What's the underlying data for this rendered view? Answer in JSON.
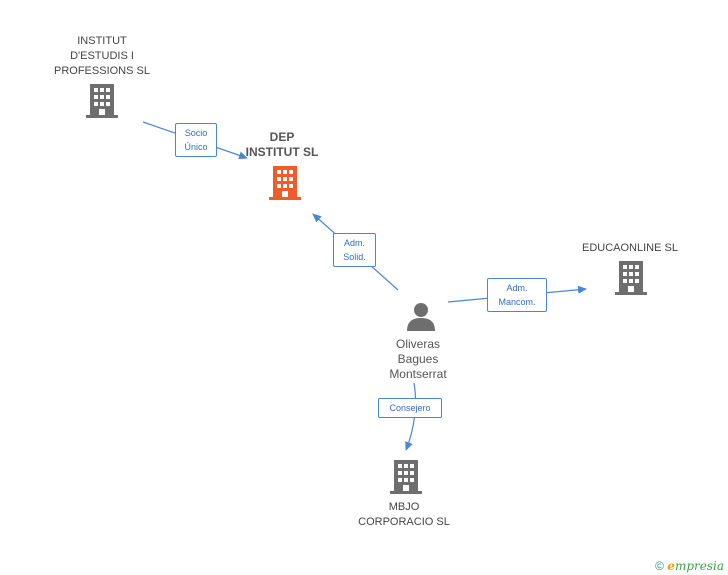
{
  "colors": {
    "edge": "#4a86d6",
    "building": "#6e6e6e",
    "building_main": "#f15a2b",
    "person": "#6e6e6e"
  },
  "nodes": {
    "institut": {
      "label": "INSTITUT\nD'ESTUDIS I\nPROFESSIONS SL",
      "icon": "building-icon"
    },
    "dep": {
      "label": "DEP\nINSTITUT SL",
      "icon": "building-icon"
    },
    "educaonline": {
      "label": "EDUCAONLINE SL",
      "icon": "building-icon"
    },
    "person": {
      "label": "Oliveras\nBagues\nMontserrat",
      "icon": "person-icon"
    },
    "mbjo": {
      "label": "MBJO\nCORPORACIO SL",
      "icon": "building-icon"
    }
  },
  "edges": [
    {
      "id": "socio",
      "label": "Socio\nÚnico",
      "from": "institut",
      "to": "dep"
    },
    {
      "id": "adm-solid",
      "label": "Adm.\nSolid.",
      "from": "person",
      "to": "dep"
    },
    {
      "id": "adm-mancom",
      "label": "Adm.\nMancom.",
      "from": "person",
      "to": "educaonline"
    },
    {
      "id": "consejero",
      "label": "Consejero",
      "from": "person",
      "to": "mbjo"
    }
  ],
  "footer": {
    "copyright": "©",
    "brand_first": "e",
    "brand_rest": "mpresia"
  }
}
